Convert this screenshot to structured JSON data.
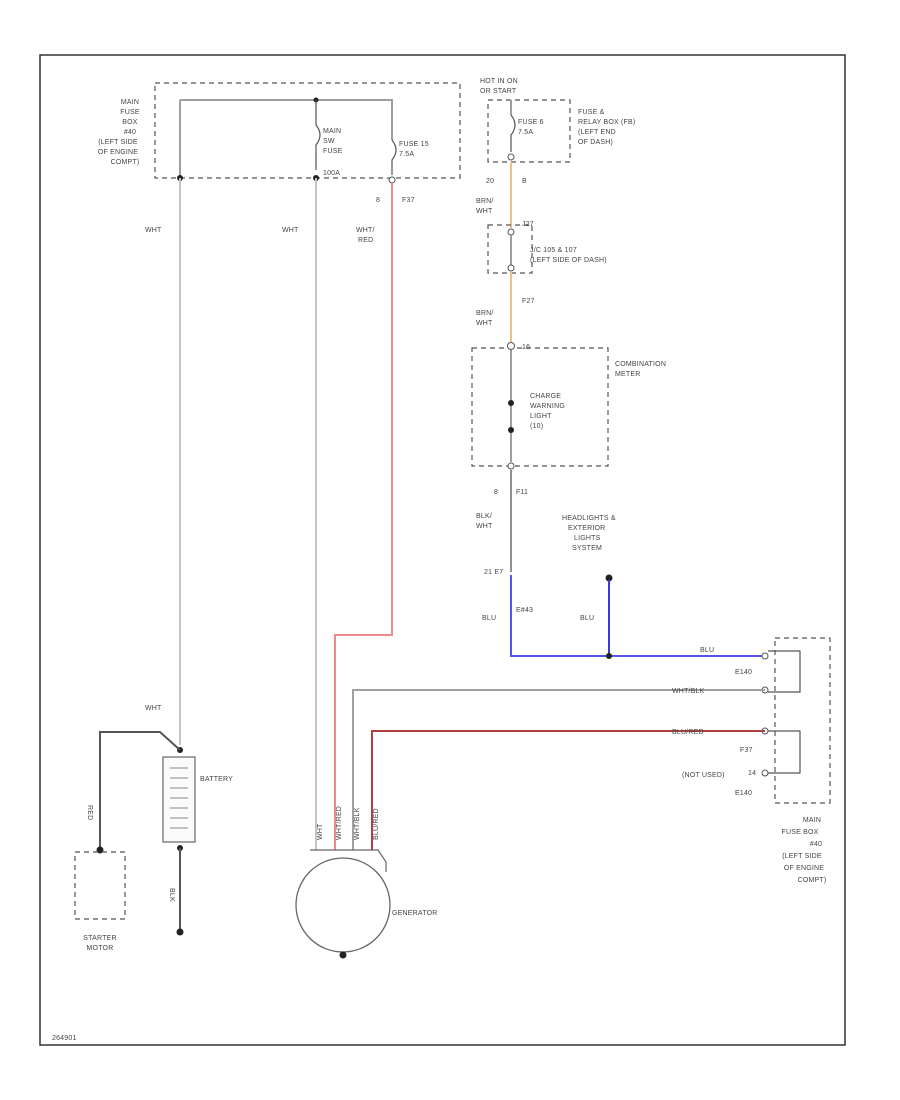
{
  "colors": {
    "frame": "#333333",
    "wire_wht": "#bdbdbd",
    "wire_red": "#ef8a8a",
    "wire_brn": "#e8c48a",
    "wire_blu": "#5555ee",
    "wire_dark_red": "#b04040",
    "wire_blk": "#555555",
    "dashed_box": "#555555"
  },
  "labels": {
    "main_fuse_box_top": [
      "MAIN",
      "FUSE",
      "BOX",
      "#40",
      "(LEFT SIDE",
      "OF ENGINE",
      "COMPT)"
    ],
    "main_sw_fuse": [
      "MAIN",
      "SW",
      "FUSE",
      "100A"
    ],
    "fuse_15": [
      "FUSE 15",
      "7.5A"
    ],
    "pin_f37_top": [
      "8",
      "F37"
    ],
    "wht_left": "WHT",
    "wht_mid": "WHT",
    "wht_red": [
      "WHT/",
      "RED"
    ],
    "hot_in_on": [
      "HOT IN ON",
      "OR START"
    ],
    "fuse_6": [
      "FUSE 6",
      "7.5A"
    ],
    "fuse_relay_box": [
      "FUSE &",
      "RELAY BOX (FB)",
      "(LEFT END",
      "OF DASH)"
    ],
    "pin_20_b": [
      "20",
      "B"
    ],
    "brn_wht_1": [
      "BRN/",
      "WHT"
    ],
    "pin_j27": "J27",
    "jc_label": "J/C 105 & 107",
    "jc_sub": "(LEFT SIDE OF DASH)",
    "brn_wht_2": [
      "BRN/",
      "WHT"
    ],
    "pin_f27": "F27",
    "pin_16": "16",
    "combination_meter": [
      "COMBINATION",
      "METER"
    ],
    "charge_warning": [
      "CHARGE",
      "WARNING",
      "LIGHT",
      "(10)"
    ],
    "pin_8_f11": [
      "8",
      "F11"
    ],
    "blk_wht": [
      "BLK/",
      "WHT"
    ],
    "pin_21_e7": "21 E7",
    "headlights": [
      "HEADLIGHTS &",
      "EXTERIOR",
      "LIGHTS",
      "SYSTEM"
    ],
    "blu_left": "BLU",
    "e#43": "E#43",
    "blu_right": "BLU",
    "blu_h": "BLU",
    "wht_blk": "WHT/BLK",
    "blu_red": "BLU/RED",
    "e140_a": "E140",
    "e140_b": "E140",
    "pin_f37": "F37",
    "pin_14": "14",
    "not_used": "(NOT USED)",
    "main_fuse_box_bottom": [
      "MAIN",
      "FUSE BOX",
      "#40",
      "(LEFT SIDE",
      "OF ENGINE",
      "COMPT)"
    ],
    "wht_battery": "WHT",
    "battery": "BATTERY",
    "red_label": "RED",
    "blk_label": "BLK",
    "gen_wires": [
      "WHT",
      "WHT/RED",
      "WHT/BLK",
      "BLU/RED"
    ],
    "generator": "GENERATOR",
    "starter_motor": [
      "STARTER",
      "MOTOR"
    ],
    "footer_code": "264901"
  }
}
